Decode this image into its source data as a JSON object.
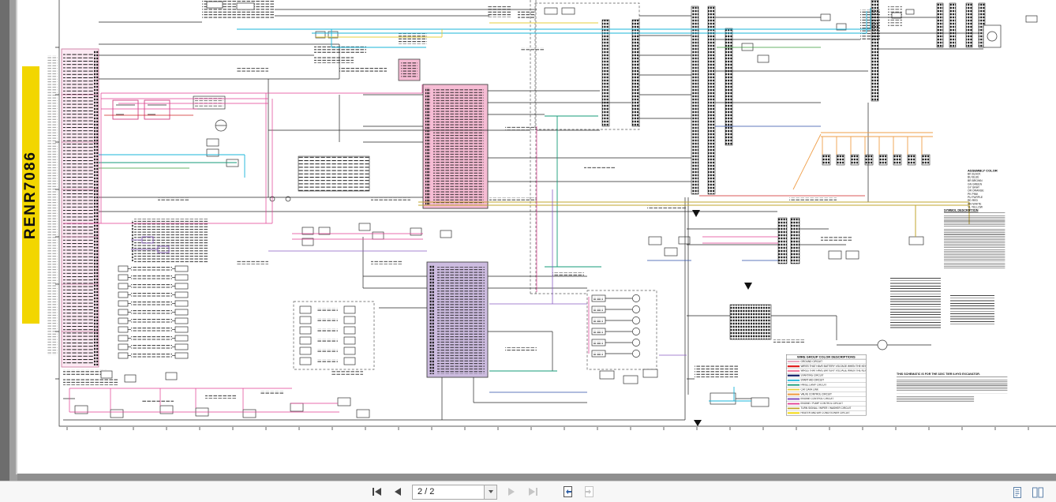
{
  "toolbar": {
    "page_indicator": "2 / 2"
  },
  "document": {
    "spine_label": "RENR7086",
    "note": "THIS SCHEMATIC IS FOR THE 320C TIER II-HYD EXCAVATOR."
  },
  "legend": {
    "header": "WIRE GROUP COLOR DESCRIPTIONS",
    "rows": [
      {
        "color": "#e8a0b8",
        "label": "GROUND CIRCUIT"
      },
      {
        "color": "#e02020",
        "label": "WIRES THAT HAVE BATTERY VOLTAGE WHEN THE KEY SWITCH IS OFF"
      },
      {
        "color": "#f080a0",
        "label": "WIRES THAT HAVE BATTERY VOLTAGE WHEN THE KEY SWITCH IS ON"
      },
      {
        "color": "#14206a",
        "label": "STARTING CIRCUIT"
      },
      {
        "color": "#18b4da",
        "label": "START AID CIRCUIT"
      },
      {
        "color": "#169b78",
        "label": "PANEL LAMP CIRCUIT"
      },
      {
        "color": "#e6cf3e",
        "label": "CAT DATA LINK"
      },
      {
        "color": "#ef9f4a",
        "label": "VALVE CONTROL CIRCUIT"
      },
      {
        "color": "#8a5cc4",
        "label": "ENGINE CONTROL CIRCUIT"
      },
      {
        "color": "#e13c92",
        "label": "ENGINE / PUMP CONTROL CIRCUIT"
      },
      {
        "color": "#c2a52e",
        "label": "TURN SIGNAL / WIPER / WASHER CIRCUIT"
      },
      {
        "color": "#f2d600",
        "label": "HEATER AND AIR CONDITIONER CIRCUIT"
      }
    ]
  },
  "color_code": {
    "header": "ASSEMBLY COLOR",
    "items": [
      "BK BLACK",
      "BU BLUE",
      "BR BROWN",
      "GN GREEN",
      "GY GRAY",
      "OR ORANGE",
      "PK PINK",
      "PU PURPLE",
      "RD RED",
      "WH WHITE",
      "YL YELLOW"
    ]
  },
  "symbol_list": {
    "header": "SYMBOL DESCRIPTION"
  }
}
